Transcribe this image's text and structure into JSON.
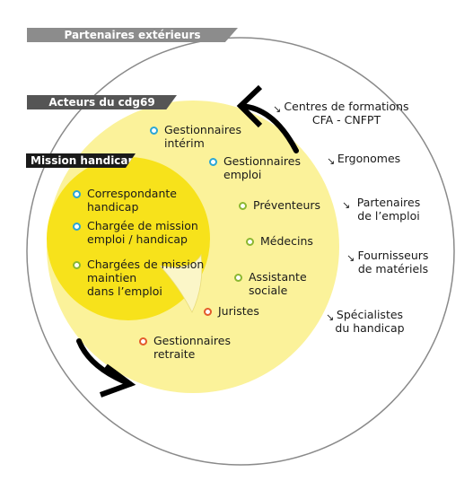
{
  "banners": {
    "partenaires": "Partenaires extérieurs",
    "acteurs": "Acteurs du cdg69",
    "mission": "Mission handicap"
  },
  "colors": {
    "outer_circle": "#8a8a8a",
    "yellow_zone": "#fbf29a",
    "mission_zone": "#f7e21b",
    "blue_dot": "#2aa6d6",
    "green_dot": "#8bb732",
    "red_dot": "#e35b2b"
  },
  "mission_items": [
    {
      "text": "Correspondante\nhandicap",
      "dot": "blue"
    },
    {
      "text": "Chargée de mission\nemploi / handicap",
      "dot": "blue"
    },
    {
      "text": "Chargées de mission\nmaintien\ndans l’emploi",
      "dot": "green"
    }
  ],
  "acteurs_items": [
    {
      "text": "Gestionnaires\nintérim",
      "dot": "blue"
    },
    {
      "text": "Gestionnaires\nemploi",
      "dot": "blue"
    },
    {
      "text": "Préventeurs",
      "dot": "green"
    },
    {
      "text": "Médecins",
      "dot": "green"
    },
    {
      "text": "Assistante\nsociale",
      "dot": "green"
    },
    {
      "text": "Juristes",
      "dot": "red"
    },
    {
      "text": "Gestionnaires\nretraite",
      "dot": "red"
    }
  ],
  "partenaires_items": [
    {
      "text": "Centres de formations\nCFA - CNFPT",
      "icon": "arrow-down-right-icon"
    },
    {
      "text": "Ergonomes",
      "icon": "arrow-down-right-icon"
    },
    {
      "text": "Partenaires\nde l’emploi",
      "icon": "arrow-down-right-icon"
    },
    {
      "text": "Fournisseurs\nde matériels",
      "icon": "arrow-down-right-icon"
    },
    {
      "text": "Spécialistes\ndu handicap",
      "icon": "arrow-down-right-icon"
    }
  ]
}
